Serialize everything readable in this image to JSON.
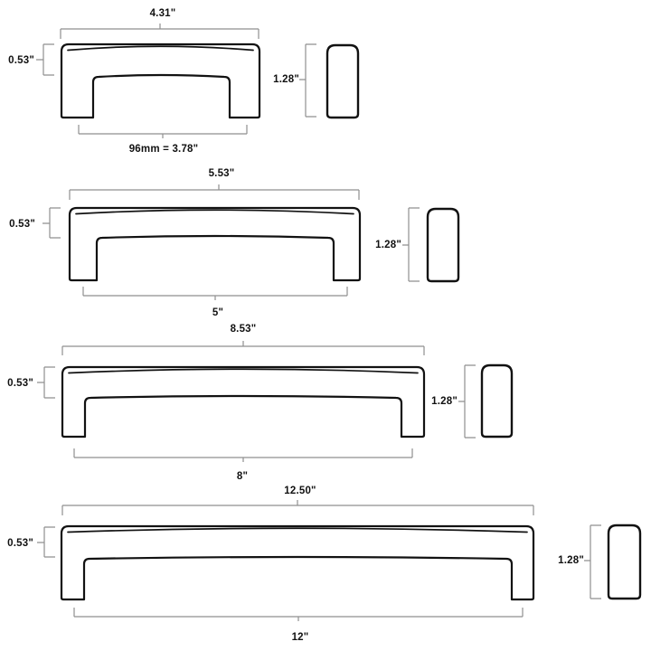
{
  "page": {
    "background": "#ffffff",
    "dimension_line_color": "#8f8f8f",
    "outline_color": "#121212",
    "text_color": "#111111"
  },
  "rows": [
    {
      "labels": {
        "overall_width": "4.31\"",
        "bar_height": "0.53\"",
        "center_to_center": "96mm = 3.78\"",
        "side_height": "1.28\""
      }
    },
    {
      "labels": {
        "overall_width": "5.53\"",
        "bar_height": "0.53\"",
        "center_to_center": "5\"",
        "side_height": "1.28\""
      }
    },
    {
      "labels": {
        "overall_width": "8.53\"",
        "bar_height": "0.53\"",
        "center_to_center": "8\"",
        "side_height": "1.28\""
      }
    },
    {
      "labels": {
        "overall_width": "12.50\"",
        "bar_height": "0.53\"",
        "center_to_center": "12\"",
        "side_height": "1.28\""
      }
    }
  ]
}
